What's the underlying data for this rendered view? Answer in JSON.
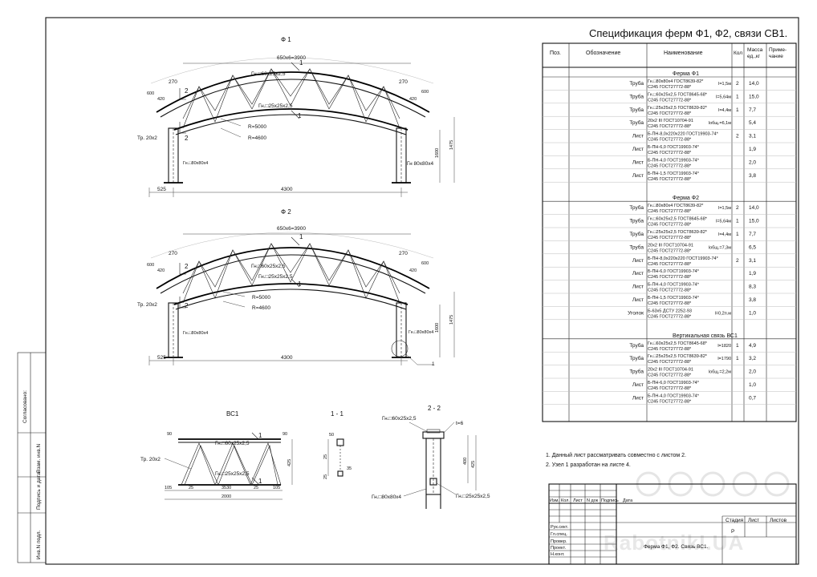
{
  "sheet": {
    "title": "Спецификация  ферм Ф1, Ф2, связи  СВ1."
  },
  "table_header": {
    "pos": "Поз.",
    "oboz": "Обозначение",
    "naim": "Наименование",
    "kol": "Кол",
    "massa_1": "Масса",
    "massa_2": "ед.,кг",
    "prim_1": "Приме-",
    "prim_2": "чание"
  },
  "sections": [
    {
      "title": "Ферма  Ф1",
      "rows": [
        {
          "type": "Труба",
          "name1": "Гн.□80х80х4 ГОСТ8639-82*",
          "name2": "С245 ГОСТ27772-88*",
          "len": "l=1,5м",
          "qty": "2",
          "mass": "14,0"
        },
        {
          "type": "Труба",
          "name1": "Гн.□60х25х2,5 ГОСТ8645-68*",
          "name2": "С245 ГОСТ27772-88*",
          "len": "l=5,64м",
          "qty": "1",
          "mass": "15,0"
        },
        {
          "type": "Труба",
          "name1": "Гн.□25х25х2,5 ГОСТ8639-82*",
          "name2": "С245 ГОСТ27772-88*",
          "len": "l=4,4м",
          "qty": "1",
          "mass": "7,7"
        },
        {
          "type": "Труба",
          "name1": "20х2 III ГОСТ10704-91",
          "name2": "С245 ГОСТ27772-88*",
          "len": "lобщ.=6,1м",
          "qty": "",
          "mass": "5,4"
        },
        {
          "type": "Лист",
          "name1": "Б-ПН-8,0х220х220 ГОСТ19903-74*",
          "name2": "С245 ГОСТ27772-88*",
          "len": "",
          "qty": "2",
          "mass": "3,1"
        },
        {
          "type": "Лист",
          "name1": "Б-ПН-6,0  ГОСТ19903-74*",
          "name2": "С245 ГОСТ27772-88*",
          "len": "",
          "qty": "",
          "mass": "1,9"
        },
        {
          "type": "Лист",
          "name1": "Б-ПН-4,0  ГОСТ19903-74*",
          "name2": "С245 ГОСТ27772-88*",
          "len": "",
          "qty": "",
          "mass": "2,0"
        },
        {
          "type": "Лист",
          "name1": "Б-ПН-1,5  ГОСТ19903-74*",
          "name2": "С245 ГОСТ27772-88*",
          "len": "",
          "qty": "",
          "mass": "3,8"
        }
      ]
    },
    {
      "title": "Ферма  Ф2",
      "rows": [
        {
          "type": "Труба",
          "name1": "Гн.□80х80х4 ГОСТ8639-82*",
          "name2": "С245 ГОСТ27772-88*",
          "len": "l=1,5м",
          "qty": "2",
          "mass": "14,0"
        },
        {
          "type": "Труба",
          "name1": "Гн.□60х25х2,5 ГОСТ8645-68*",
          "name2": "С245 ГОСТ27772-88*",
          "len": "l=5,64м",
          "qty": "1",
          "mass": "15,0"
        },
        {
          "type": "Труба",
          "name1": "Гн.□25х25х2,5 ГОСТ8639-82*",
          "name2": "С245 ГОСТ27772-88*",
          "len": "l=4,4м",
          "qty": "1",
          "mass": "7,7"
        },
        {
          "type": "Труба",
          "name1": "20х2 III ГОСТ10704-91",
          "name2": "С245 ГОСТ27772-88*",
          "len": "lобщ.=7,3м",
          "qty": "",
          "mass": "6,5"
        },
        {
          "type": "Лист",
          "name1": "Б-ПН-8,0х220х220 ГОСТ19903-74*",
          "name2": "С245 ГОСТ27772-88*",
          "len": "",
          "qty": "2",
          "mass": "3,1"
        },
        {
          "type": "Лист",
          "name1": "Б-ПН-6,0  ГОСТ19903-74*",
          "name2": "С245 ГОСТ27772-88*",
          "len": "",
          "qty": "",
          "mass": "1,9"
        },
        {
          "type": "Лист",
          "name1": "Б-ПН-4,0  ГОСТ19903-74*",
          "name2": "С245 ГОСТ27772-88*",
          "len": "",
          "qty": "",
          "mass": "8,3"
        },
        {
          "type": "Лист",
          "name1": "Б-ПН-1,5  ГОСТ19903-74*",
          "name2": "С245 ГОСТ27772-88*",
          "len": "",
          "qty": "",
          "mass": "3,8"
        },
        {
          "type": "Уголок",
          "name1": "Б-63х5  ДСТУ 2252-93",
          "name2": "С245 ГОСТ27772-88*",
          "len": "l=0,2п.м",
          "qty": "",
          "mass": "1,0"
        }
      ]
    },
    {
      "title": "Вертикальная  связь  ВС1",
      "rows": [
        {
          "type": "Труба",
          "name1": "Гн.□60х25х2,5 ГОСТ8645-68*",
          "name2": "С245 ГОСТ27772-88*",
          "len": "l=1820",
          "qty": "1",
          "mass": "4,9"
        },
        {
          "type": "Труба",
          "name1": "Гн.□25х25х2,5 ГОСТ8639-82*",
          "name2": "С245 ГОСТ27772-88*",
          "len": "l=1790",
          "qty": "1",
          "mass": "3,2"
        },
        {
          "type": "Труба",
          "name1": "20х2 III ГОСТ10704-91",
          "name2": "С245 ГОСТ27772-88*",
          "len": "lобщ.=2,2м",
          "qty": "",
          "mass": "2,0"
        },
        {
          "type": "Лист",
          "name1": "Б-ПН-6,0  ГОСТ19903-74*",
          "name2": "С245 ГОСТ27772-88*",
          "len": "",
          "qty": "",
          "mass": "1,0"
        },
        {
          "type": "Лист",
          "name1": "Б-ПН-4,0  ГОСТ19903-74*",
          "name2": "С245 ГОСТ27772-88*",
          "len": "",
          "qty": "",
          "mass": "0,7"
        }
      ]
    }
  ],
  "notes": [
    "1. Данный лист  рассматривать совместно  с листом 2.",
    "2. Узел  1 разработан на  листе 4."
  ],
  "views": {
    "f1": {
      "title": "Ф 1",
      "top_dim": "650х6=3900",
      "pipe_top": "Гн.□60х25х2,5",
      "pipe_mid": "Гн.□25х25х2,5",
      "radius_1": "R=5000",
      "radius_2": "R=4600",
      "tr": "Тр. 20х2",
      "col_left": "Гн.□80х80х4",
      "col_right": "Гн  80х80х4",
      "d270": "270",
      "d600": "600",
      "d420": "420",
      "h1600": "1600",
      "h1475": "1475",
      "span": "4300",
      "side": "525",
      "mark1": "1",
      "mark2": "2"
    },
    "f2": {
      "title": "Ф 2",
      "top_dim": "650х6=3900",
      "pipe_top": "Гн.□60х25х2,5",
      "pipe_mid": "Гн.□25х25х2,5",
      "radius_1": "R=5000",
      "radius_2": "R=4600",
      "tr": "Тр. 20х2",
      "col_left": "Гн.□80х80х4",
      "col_right": "Гн.□80х80х4",
      "d270": "270",
      "d600": "600",
      "d420": "420",
      "h1600": "1600",
      "h1475": "1475",
      "span": "4300",
      "side": "525",
      "node": "1",
      "mark1": "1",
      "mark2": "2"
    },
    "vs1": {
      "title": "ВС1",
      "pipe_top": "Гн.□60х25х2,5",
      "pipe_mid": "Гн.□25х25х2,5",
      "tr": "Тр. 20х2",
      "d90": "90",
      "d425": "425",
      "d105": "105",
      "d25": "25",
      "d3530": "3530",
      "d2000": "2000",
      "mark1": "1"
    },
    "sec11": {
      "title": "1 - 1",
      "d50": "50",
      "d25": "25",
      "d35": "35"
    },
    "sec22": {
      "title": "2 - 2",
      "pipe_top": "Гн.□60х25х2,5",
      "plate": "t=6",
      "d400": "400",
      "d425": "425",
      "col": "Гн.□80х80х4",
      "pipe_side": "Гн.□25х25х2,5"
    }
  },
  "title_block": {
    "col_izm": "Изм.",
    "col_kol": "Кол.",
    "col_list": "Лист",
    "col_ndok": "N док",
    "col_podp": "Подпись",
    "col_data": "Дата",
    "stadia": "Стадия",
    "list": "Лист",
    "listov": "Листов",
    "stadia_val": "Р",
    "r1": "Рук.сект.",
    "r2": "Гл.спец.",
    "r3": "Провер.",
    "r4": "Проект.",
    "r5": "Н.конт.",
    "desc": "Ферма  Ф1, Ф2. Связь  ВС1."
  },
  "side_stamp": {
    "s1": "Согласовано:",
    "s2": "Взам. инв.N",
    "s3": "Подпись и дата",
    "s4": "Инв.N подл."
  },
  "watermark": "RabotnikI.UA"
}
